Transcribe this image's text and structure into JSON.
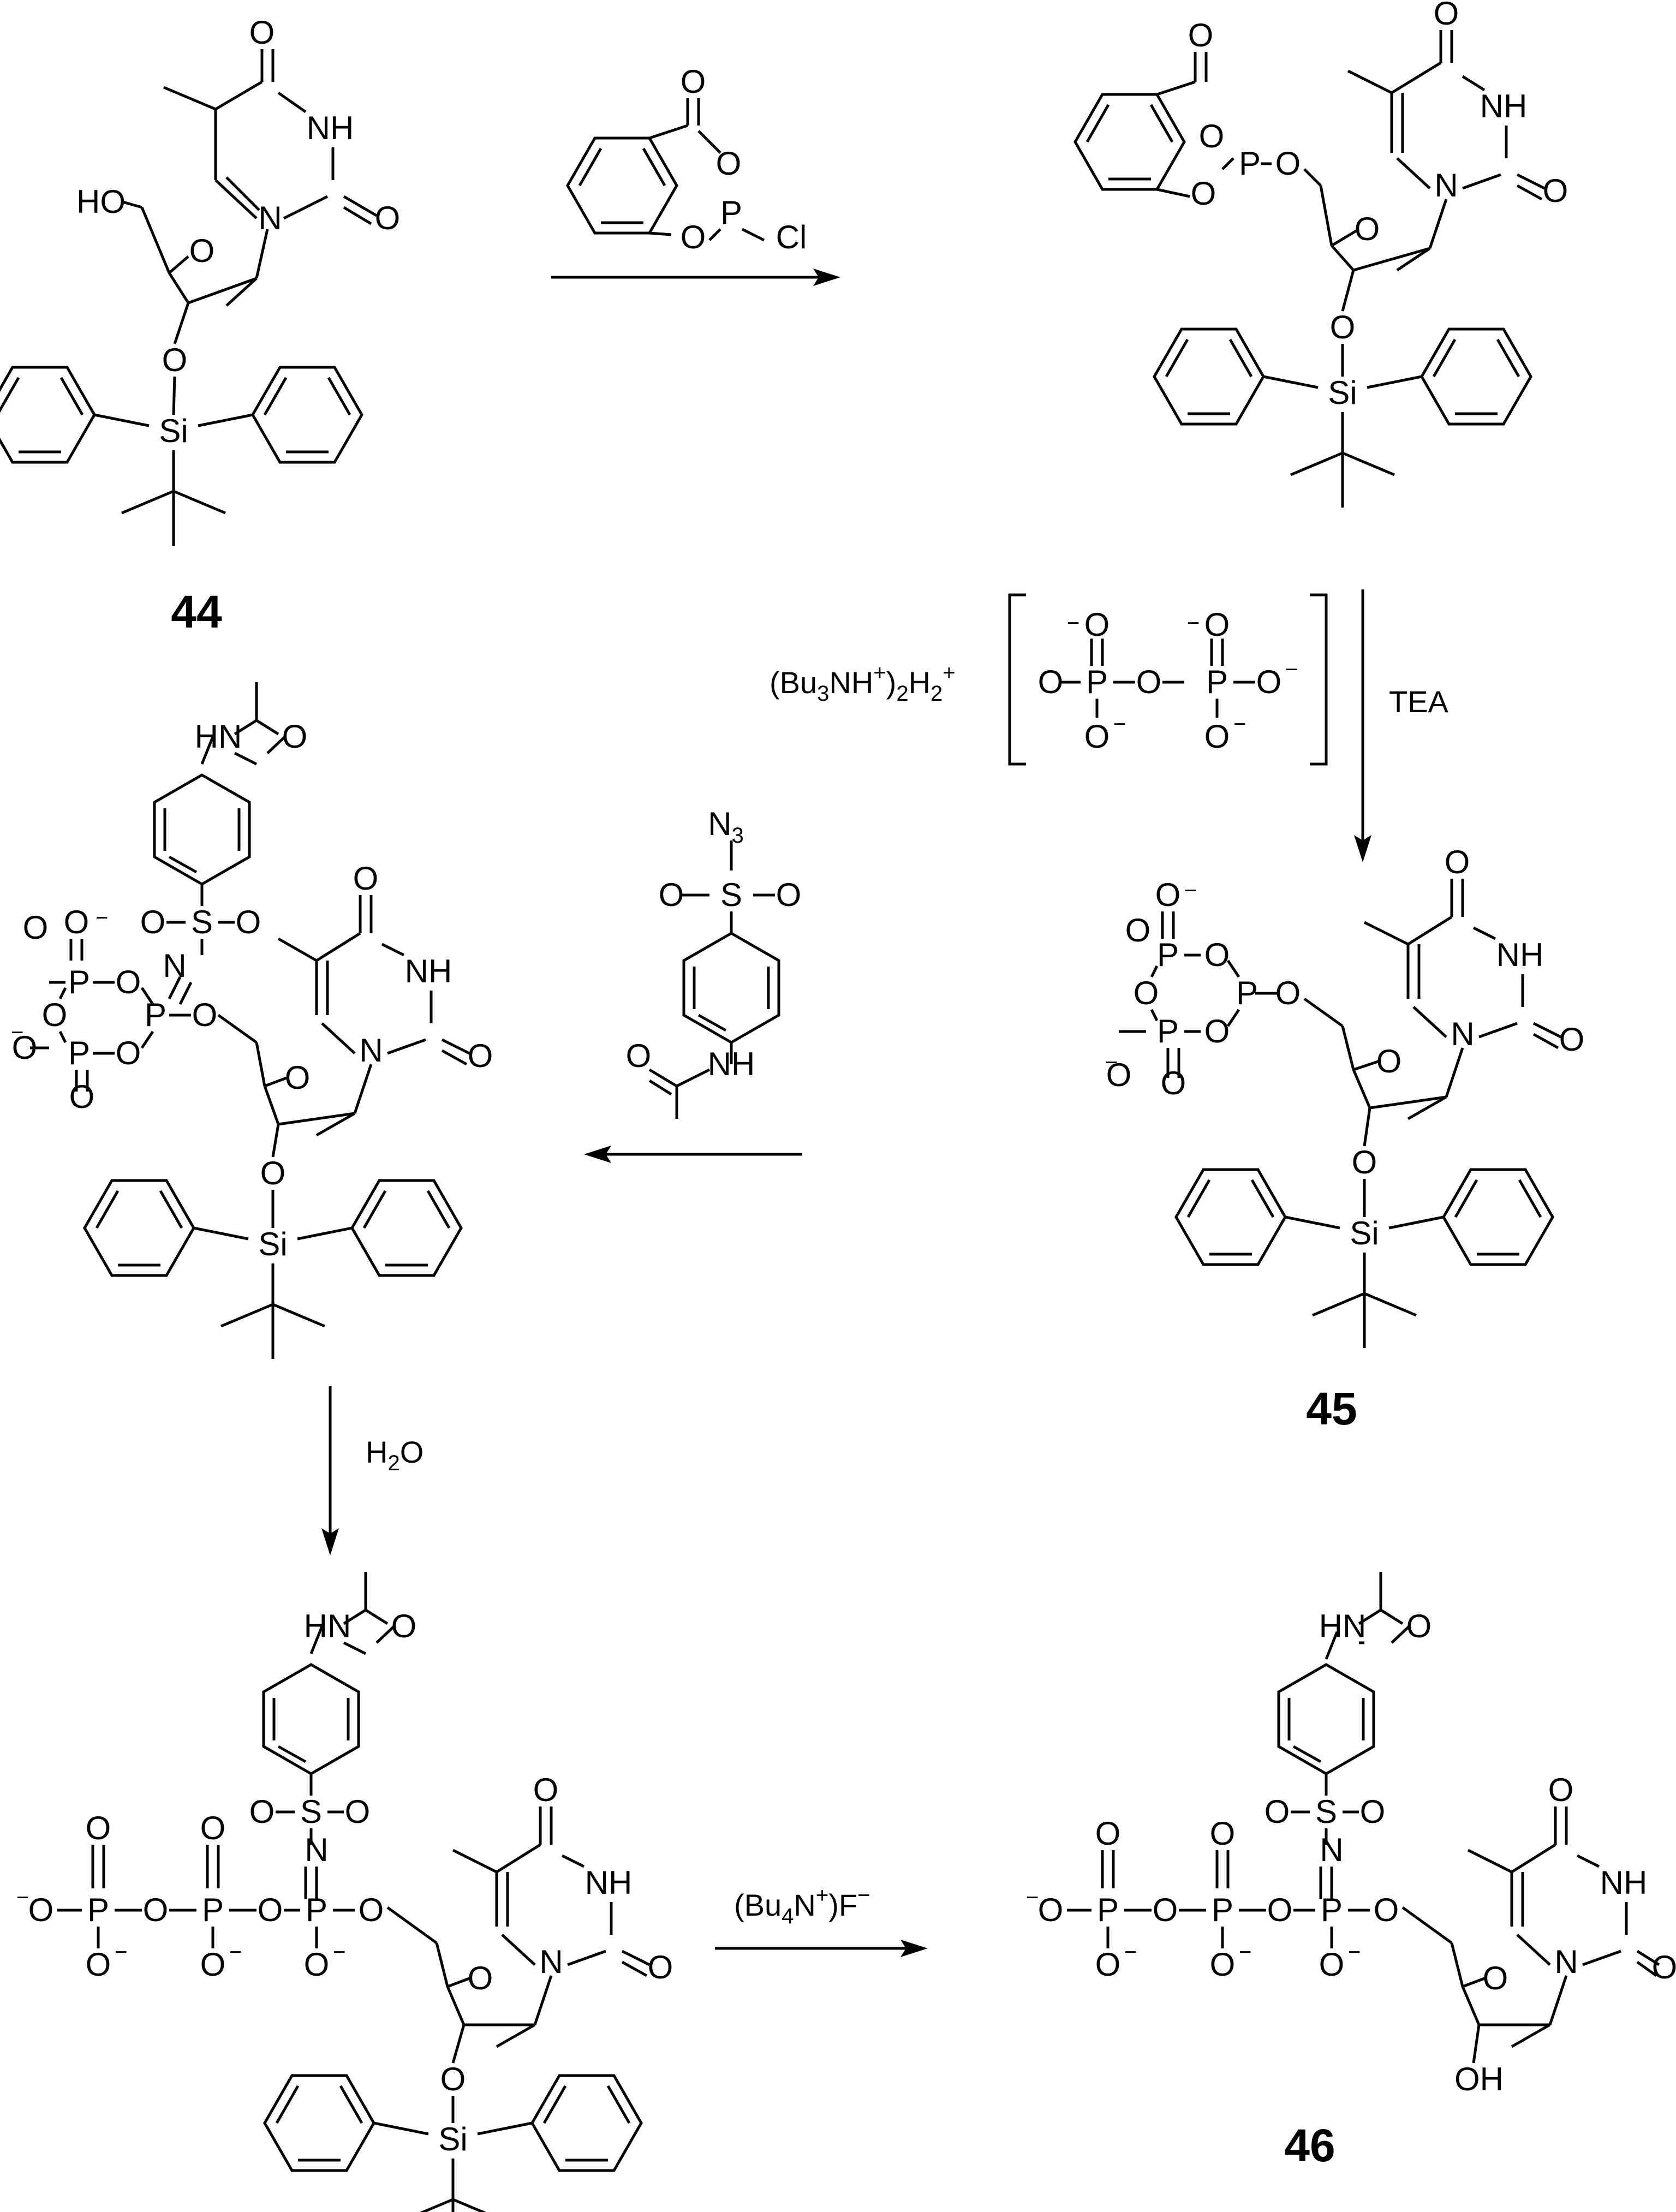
{
  "compounds": {
    "c44": "44",
    "c45": "45",
    "c46": "46"
  },
  "reagents": {
    "tea": "TEA",
    "water": "H2O",
    "pyrophosphate_salt": "(Bu3NH+)2H2+",
    "fluoride": "(Bu4N+)F−"
  },
  "atoms": {
    "O": "O",
    "N": "N",
    "NH": "NH",
    "HN": "HN",
    "HO": "HO",
    "OH": "OH",
    "P": "P",
    "S": "S",
    "Si": "Si",
    "Cl": "Cl",
    "N3": "N3",
    "minus": "−"
  }
}
